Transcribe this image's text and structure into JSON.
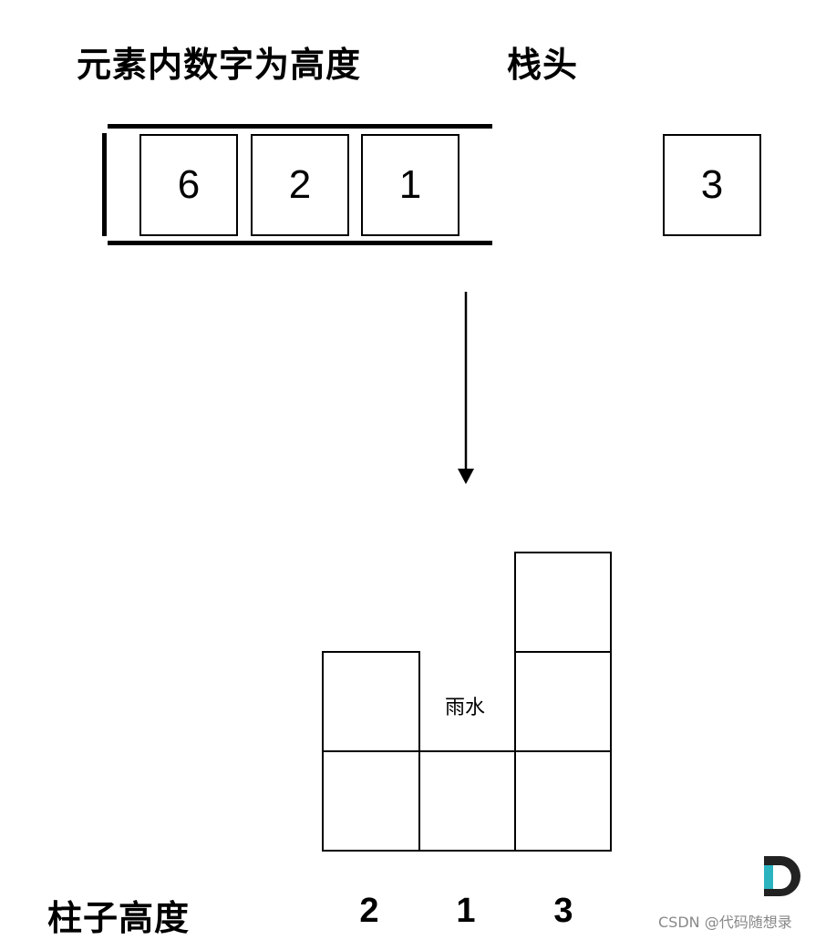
{
  "header": {
    "element_caption": "元素内数字为高度",
    "stack_top_label": "栈头"
  },
  "stack": {
    "elements": [
      "6",
      "2",
      "1"
    ],
    "top_element": "3"
  },
  "bars": {
    "region_label": "雨水",
    "row_label": "柱子高度",
    "heights": [
      "2",
      "1",
      "3"
    ]
  },
  "watermark": {
    "text": "CSDN @代码随想录",
    "logo_letter": "D",
    "logo_colors": [
      "#222222",
      "#2bb3c0"
    ]
  }
}
